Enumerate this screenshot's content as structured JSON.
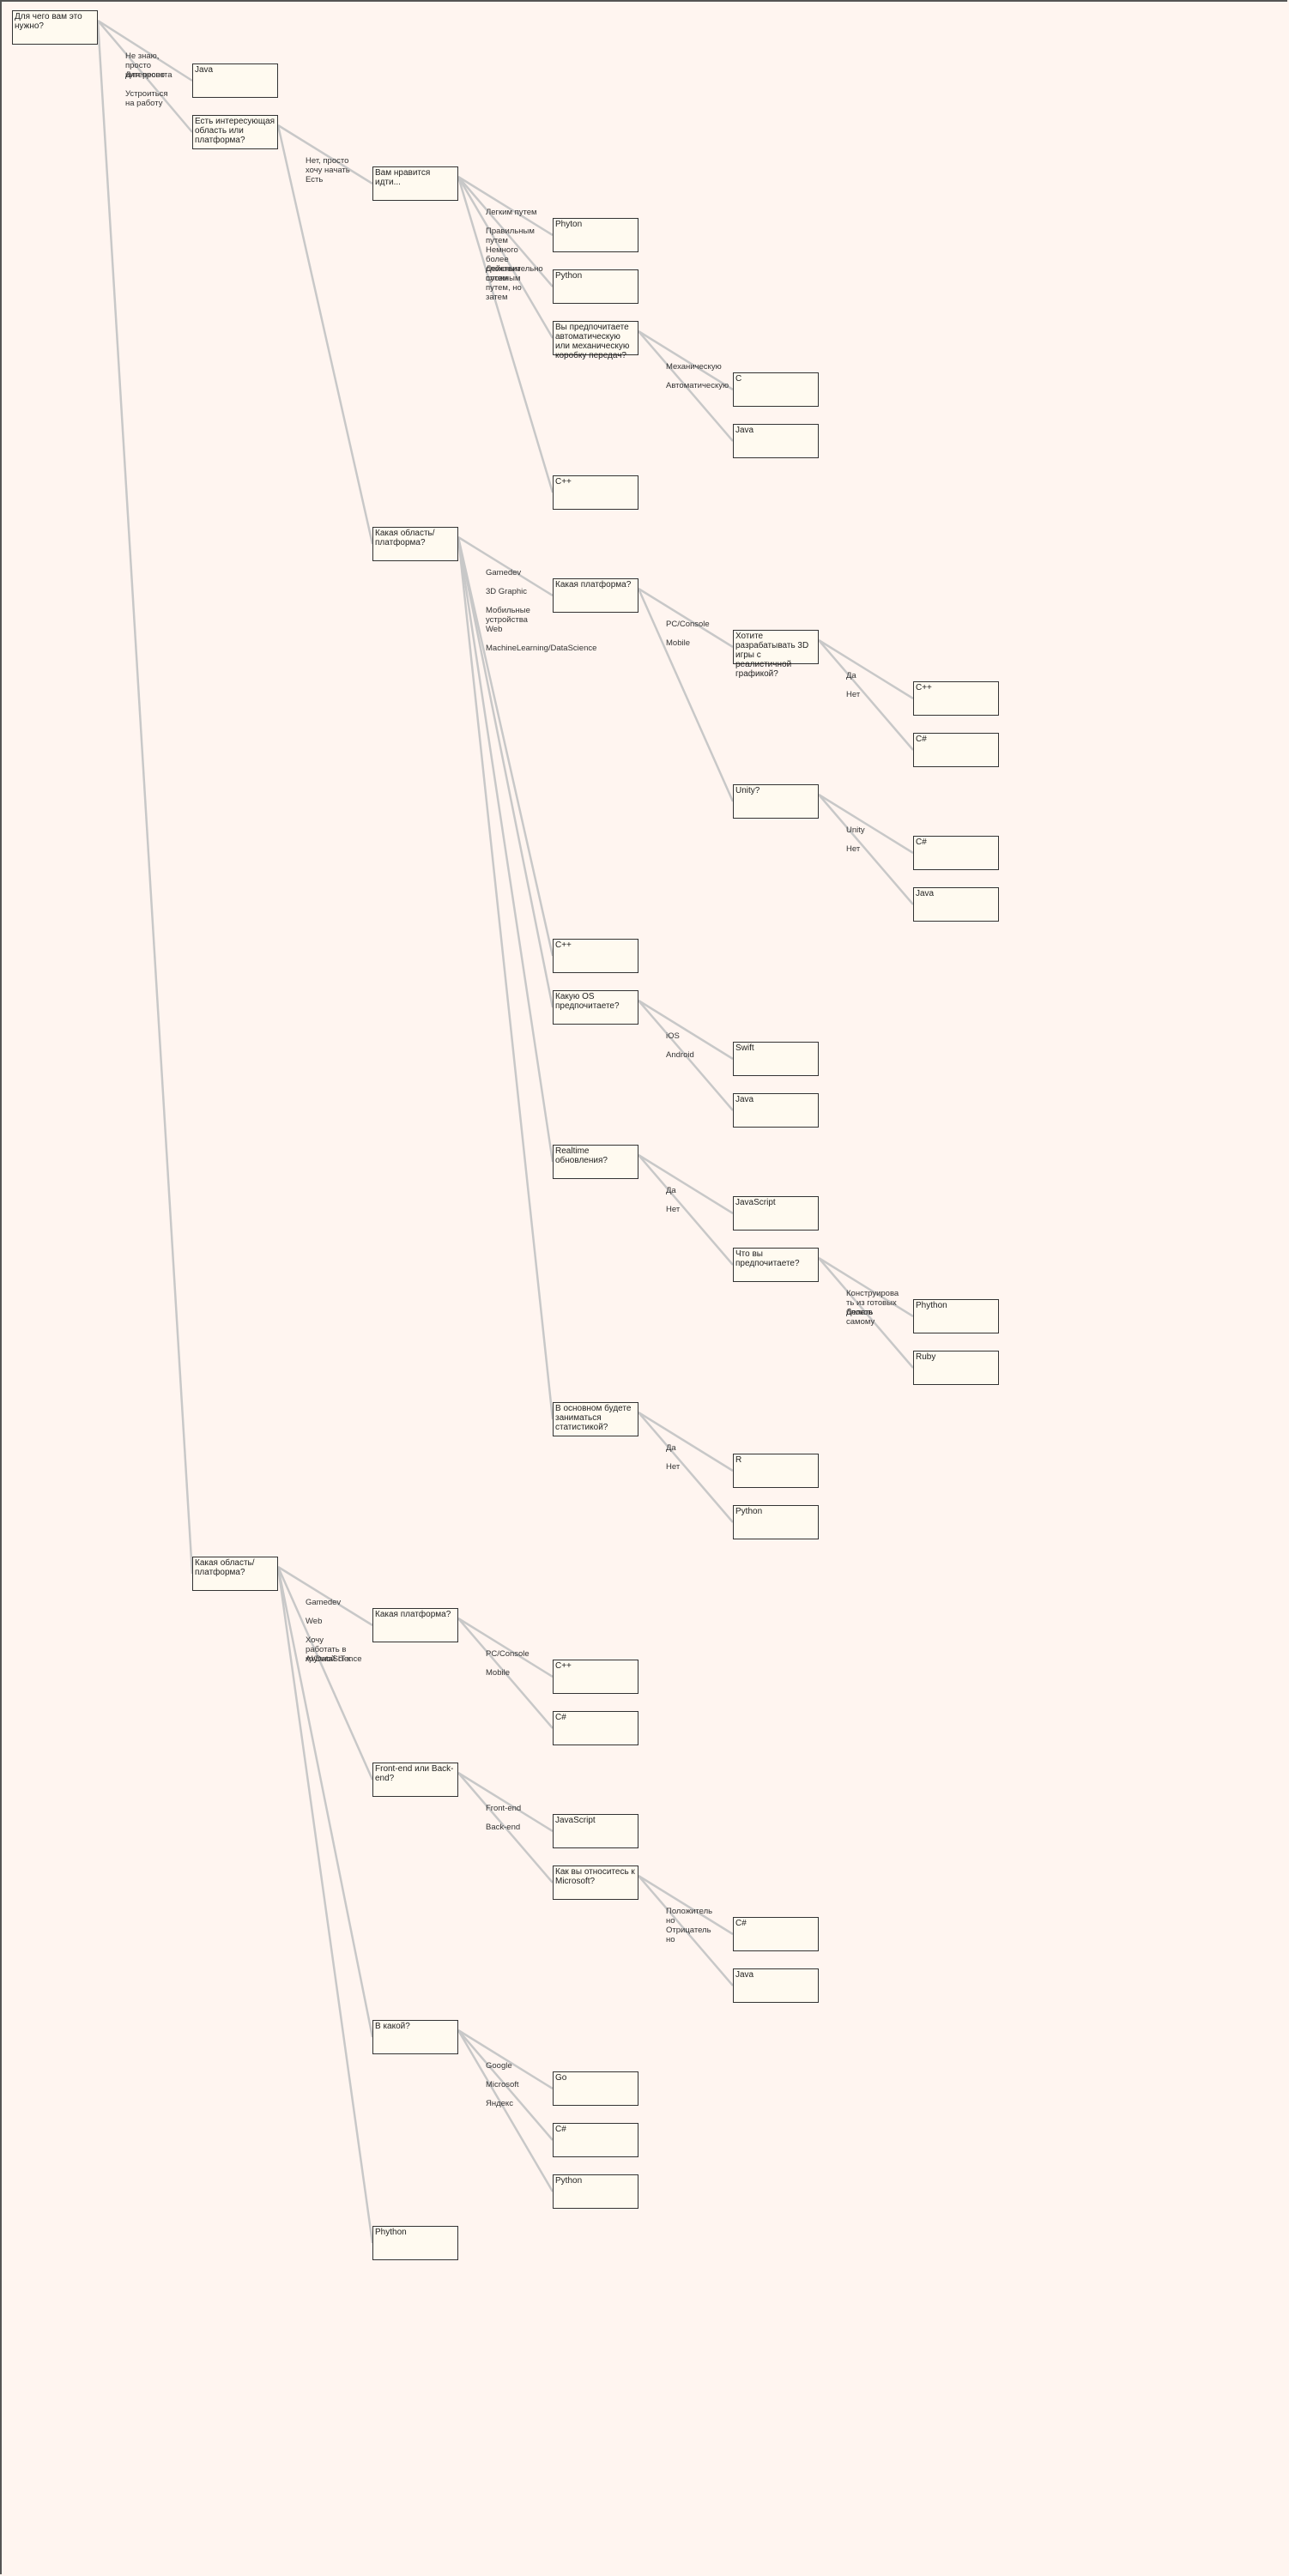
{
  "nodes": [
    {
      "id": "root",
      "text": "Для чего вам это нужно?"
    },
    {
      "id": "n_java0",
      "text": "Java"
    },
    {
      "id": "n_area1",
      "text": "Есть интересующая область или платформа?"
    },
    {
      "id": "n_idea",
      "text": "Вам нравится идти..."
    },
    {
      "id": "n_phyton",
      "text": "Phyton"
    },
    {
      "id": "n_python1",
      "text": "Python"
    },
    {
      "id": "n_prefer",
      "text": "Вы предпочитаете автоматическую или механическую коробку передач?"
    },
    {
      "id": "n_c",
      "text": "C"
    },
    {
      "id": "n_java1",
      "text": "Java"
    },
    {
      "id": "n_cpp1",
      "text": "C++"
    },
    {
      "id": "n_area2",
      "text": "Какая область/платформа?"
    },
    {
      "id": "n_platform1",
      "text": "Какая платформа?"
    },
    {
      "id": "n_3d",
      "text": "Хотите разрабатывать 3D игры с реалистичной графикой?"
    },
    {
      "id": "n_cpp2",
      "text": "C++"
    },
    {
      "id": "n_cs1",
      "text": "C#"
    },
    {
      "id": "n_unity",
      "text": "Unity?"
    },
    {
      "id": "n_cs2",
      "text": "C#"
    },
    {
      "id": "n_java2",
      "text": "Java"
    },
    {
      "id": "n_cpp3",
      "text": "C++"
    },
    {
      "id": "n_os",
      "text": "Какую OS предпочитаете?"
    },
    {
      "id": "n_swift",
      "text": "Swift"
    },
    {
      "id": "n_java3",
      "text": "Java"
    },
    {
      "id": "n_realtime",
      "text": "Realtime обновления?"
    },
    {
      "id": "n_js1",
      "text": "JavaScript"
    },
    {
      "id": "n_what",
      "text": "Что вы предпочитаете?"
    },
    {
      "id": "n_phython1",
      "text": "Phython"
    },
    {
      "id": "n_ruby",
      "text": "Ruby"
    },
    {
      "id": "n_stat",
      "text": "В основном будете заниматься статистикой?"
    },
    {
      "id": "n_r",
      "text": "R"
    },
    {
      "id": "n_python2",
      "text": "Python"
    },
    {
      "id": "n_area3",
      "text": "Какая область/платформа?"
    },
    {
      "id": "n_platform2",
      "text": "Какая платформа?"
    },
    {
      "id": "n_cpp4",
      "text": "C++"
    },
    {
      "id": "n_cs3",
      "text": "C#"
    },
    {
      "id": "n_frontback",
      "text": "Front-end или Back-end?"
    },
    {
      "id": "n_js2",
      "text": "JavaScript"
    },
    {
      "id": "n_ms",
      "text": "Как вы относитесь к Microsoft?"
    },
    {
      "id": "n_cs4",
      "text": "C#"
    },
    {
      "id": "n_java4",
      "text": "Java"
    },
    {
      "id": "n_which",
      "text": "В какой?"
    },
    {
      "id": "n_go",
      "text": "Go"
    },
    {
      "id": "n_cs5",
      "text": "C#"
    },
    {
      "id": "n_python3",
      "text": "Python"
    },
    {
      "id": "n_phython2",
      "text": "Phython"
    }
  ],
  "edges": [
    {
      "from": "root",
      "to": "n_java0",
      "label": "Не знаю, просто интересно"
    },
    {
      "from": "root",
      "to": "n_area1",
      "label": "Для проекта"
    },
    {
      "from": "root",
      "to": "n_area3",
      "label": "Устроиться на работу"
    },
    {
      "from": "n_area1",
      "to": "n_idea",
      "label": "Нет, просто хочу начать"
    },
    {
      "from": "n_area1",
      "to": "n_area2",
      "label": "Есть"
    },
    {
      "from": "n_idea",
      "to": "n_phyton",
      "label": "Легким путем"
    },
    {
      "from": "n_idea",
      "to": "n_python1",
      "label": "Правильным путем"
    },
    {
      "from": "n_idea",
      "to": "n_prefer",
      "label": "Немного более сложным путем"
    },
    {
      "from": "n_idea",
      "to": "n_cpp1",
      "label": "Действительно сложным путем, но затем"
    },
    {
      "from": "n_prefer",
      "to": "n_c",
      "label": "Механическую"
    },
    {
      "from": "n_prefer",
      "to": "n_java1",
      "label": "Автоматическую"
    },
    {
      "from": "n_area2",
      "to": "n_platform1",
      "label": "Gamedev"
    },
    {
      "from": "n_area2",
      "to": "n_cpp3",
      "label": "3D Graphic"
    },
    {
      "from": "n_area2",
      "to": "n_os",
      "label": "Мобильные устройства"
    },
    {
      "from": "n_area2",
      "to": "n_realtime",
      "label": "Web"
    },
    {
      "from": "n_area2",
      "to": "n_stat",
      "label": "MachineLearning/DataScience"
    },
    {
      "from": "n_platform1",
      "to": "n_3d",
      "label": "PC/Console"
    },
    {
      "from": "n_platform1",
      "to": "n_unity",
      "label": "Mobile"
    },
    {
      "from": "n_3d",
      "to": "n_cpp2",
      "label": "Да"
    },
    {
      "from": "n_3d",
      "to": "n_cs1",
      "label": "Нет"
    },
    {
      "from": "n_unity",
      "to": "n_cs2",
      "label": "Unity"
    },
    {
      "from": "n_unity",
      "to": "n_java2",
      "label": "Нет"
    },
    {
      "from": "n_os",
      "to": "n_swift",
      "label": "iOS"
    },
    {
      "from": "n_os",
      "to": "n_java3",
      "label": "Android"
    },
    {
      "from": "n_realtime",
      "to": "n_js1",
      "label": "Да"
    },
    {
      "from": "n_realtime",
      "to": "n_what",
      "label": "Нет"
    },
    {
      "from": "n_what",
      "to": "n_phython1",
      "label": "Конструирова ть из готовых блоков"
    },
    {
      "from": "n_what",
      "to": "n_ruby",
      "label": "Делать самому"
    },
    {
      "from": "n_stat",
      "to": "n_r",
      "label": "Да"
    },
    {
      "from": "n_stat",
      "to": "n_python2",
      "label": "Нет"
    },
    {
      "from": "n_area3",
      "to": "n_platform2",
      "label": "Gamedev"
    },
    {
      "from": "n_area3",
      "to": "n_frontback",
      "label": "Web"
    },
    {
      "from": "n_area3",
      "to": "n_which",
      "label": "Хочу работать в крупной IT к"
    },
    {
      "from": "n_area3",
      "to": "n_phython2",
      "label": "AI/DataScience"
    },
    {
      "from": "n_platform2",
      "to": "n_cpp4",
      "label": "PC/Console"
    },
    {
      "from": "n_platform2",
      "to": "n_cs3",
      "label": "Mobile"
    },
    {
      "from": "n_frontback",
      "to": "n_js2",
      "label": "Front-end"
    },
    {
      "from": "n_frontback",
      "to": "n_ms",
      "label": "Back-end"
    },
    {
      "from": "n_ms",
      "to": "n_cs4",
      "label": "Положитель но"
    },
    {
      "from": "n_ms",
      "to": "n_java4",
      "label": "Отрицатель но"
    },
    {
      "from": "n_which",
      "to": "n_go",
      "label": "Google"
    },
    {
      "from": "n_which",
      "to": "n_cs5",
      "label": "Microsoft"
    },
    {
      "from": "n_which",
      "to": "n_python3",
      "label": "Яндекс"
    }
  ]
}
